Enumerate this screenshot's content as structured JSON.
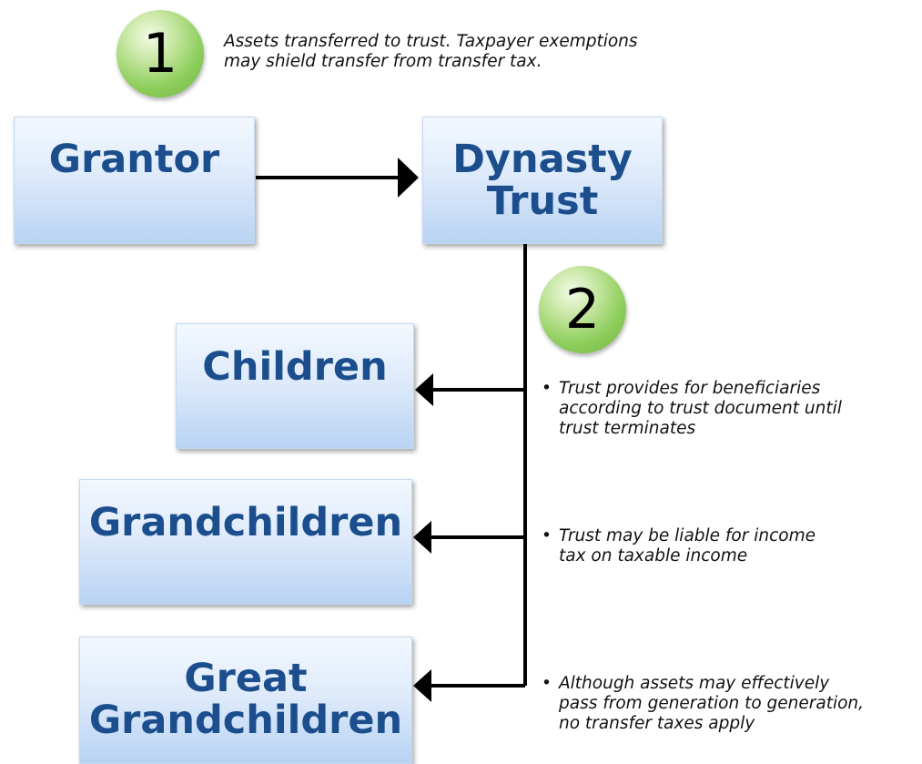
{
  "step1": {
    "number": "1",
    "note": "Assets transferred to trust. Taxpayer exemptions\nmay shield transfer from transfer tax."
  },
  "step2": {
    "number": "2"
  },
  "nodes": {
    "grantor": "Grantor",
    "trust": "Dynasty\nTrust",
    "children": "Children",
    "grandchildren": "Grandchildren",
    "great_grandchildren": "Great\nGrandchildren"
  },
  "bullets": [
    "Trust provides for beneficiaries\naccording to trust document until\ntrust terminates",
    "Trust may be liable for income\ntax on taxable income",
    "Although assets may effectively\npass from generation to generation,\nno transfer taxes apply"
  ],
  "colors": {
    "box_text": "#1c4e8d",
    "box_gradient_top": "#f3f8fe",
    "box_gradient_bottom": "#b8d3f3",
    "badge_green": "#8fcf5e",
    "connector": "#000000"
  }
}
